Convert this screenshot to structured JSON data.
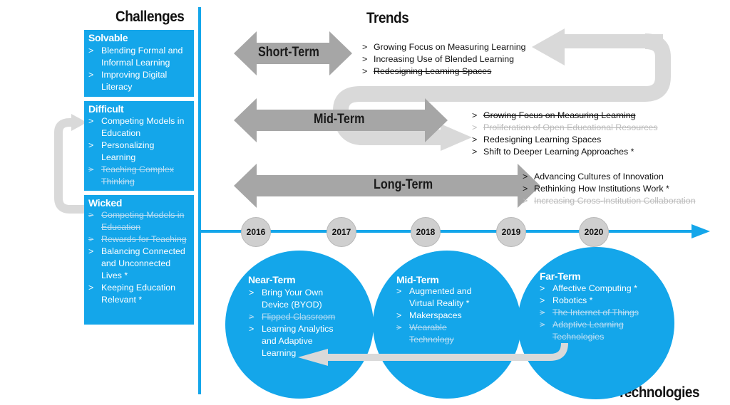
{
  "headings": {
    "challenges": "Challenges",
    "trends": "Trends",
    "technologies": "Technologies"
  },
  "challenges": {
    "solvable": {
      "title": "Solvable",
      "items": [
        {
          "lines": [
            "Blending Formal and",
            "Informal Learning"
          ],
          "struck": false
        },
        {
          "lines": [
            "Improving Digital",
            "Literacy"
          ],
          "struck": false
        }
      ]
    },
    "difficult": {
      "title": "Difficult",
      "items": [
        {
          "lines": [
            "Competing Models in",
            "Education"
          ],
          "struck": false
        },
        {
          "lines": [
            "Personalizing",
            "Learning"
          ],
          "struck": false
        },
        {
          "lines": [
            "Teaching Complex",
            "Thinking"
          ],
          "struck": true
        }
      ]
    },
    "wicked": {
      "title": "Wicked",
      "items": [
        {
          "lines": [
            "Competing Models in",
            "Education"
          ],
          "struck": true
        },
        {
          "lines": [
            "Rewards for Teaching"
          ],
          "struck": true
        },
        {
          "lines": [
            "Balancing Connected",
            "and Unconnected",
            "Lives *"
          ],
          "struck": false
        },
        {
          "lines": [
            "Keeping Education",
            "Relevant *"
          ],
          "struck": false
        }
      ]
    }
  },
  "trends": {
    "short_term": {
      "label": "Short-Term",
      "items": [
        {
          "text": "Growing Focus on Measuring Learning",
          "style": "normal"
        },
        {
          "text": "Increasing Use of Blended Learning",
          "style": "normal"
        },
        {
          "text": "Redesigning Learning Spaces",
          "style": "struck"
        }
      ]
    },
    "mid_term": {
      "label": "Mid-Term",
      "items": [
        {
          "text": "Growing Focus on Measuring Learning",
          "style": "struck"
        },
        {
          "text": "Proliferation of Open Educational Resources",
          "style": "faded"
        },
        {
          "text": "Redesigning Learning Spaces",
          "style": "normal"
        },
        {
          "text": "Shift to Deeper Learning Approaches *",
          "style": "normal"
        }
      ]
    },
    "long_term": {
      "label": "Long-Term",
      "items": [
        {
          "text": "Advancing Cultures of Innovation",
          "style": "normal"
        },
        {
          "text": "Rethinking How Institutions Work *",
          "style": "normal"
        },
        {
          "text": "Increasing Cross-Institution Collaboration",
          "style": "faded"
        }
      ]
    }
  },
  "timeline": {
    "years": [
      "2016",
      "2017",
      "2018",
      "2019",
      "2020"
    ],
    "axis_color": "#14a6ea"
  },
  "technologies": {
    "near_term": {
      "title": "Near-Term",
      "items": [
        {
          "lines": [
            "Bring Your Own",
            "Device (BYOD)"
          ],
          "struck": false
        },
        {
          "lines": [
            "Flipped Classroom"
          ],
          "struck": true
        },
        {
          "lines": [
            "Learning Analytics",
            "and Adaptive",
            "Learning"
          ],
          "struck": false
        }
      ]
    },
    "mid_term": {
      "title": "Mid-Term",
      "items": [
        {
          "lines": [
            "Augmented and",
            "Virtual Reality *"
          ],
          "struck": false
        },
        {
          "lines": [
            "Makerspaces"
          ],
          "struck": false
        },
        {
          "lines": [
            "Wearable",
            "Technology"
          ],
          "struck": true
        }
      ]
    },
    "far_term": {
      "title": "Far-Term",
      "items": [
        {
          "lines": [
            "Affective Computing *"
          ],
          "struck": false
        },
        {
          "lines": [
            "Robotics *"
          ],
          "struck": false
        },
        {
          "lines": [
            "The Internet of Things"
          ],
          "struck": true
        },
        {
          "lines": [
            "Adaptive Learning",
            "Technologies"
          ],
          "struck": true
        }
      ]
    }
  },
  "colors": {
    "accent_blue": "#14a6ea",
    "arrow_gray": "#a6a6a6",
    "light_gray": "#d9d9d9"
  },
  "bullet_glyph": ">"
}
